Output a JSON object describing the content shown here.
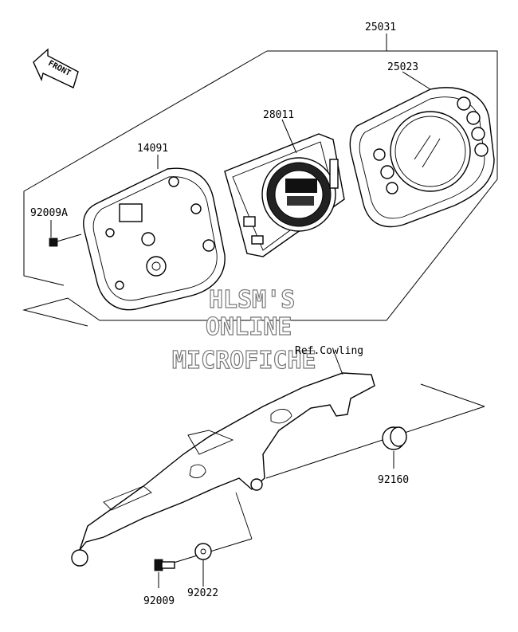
{
  "diagram": {
    "front_arrow": "FRONT",
    "watermark": [
      "HLSM'S",
      "ONLINE",
      "MICROFICHE"
    ],
    "reference_note": "Ref.Cowling",
    "parts": {
      "p25031": "25031",
      "p25023": "25023",
      "p28011": "28011",
      "p14091": "14091",
      "p92009A": "92009A",
      "p92160": "92160",
      "p92009": "92009",
      "p92022": "92022"
    }
  }
}
